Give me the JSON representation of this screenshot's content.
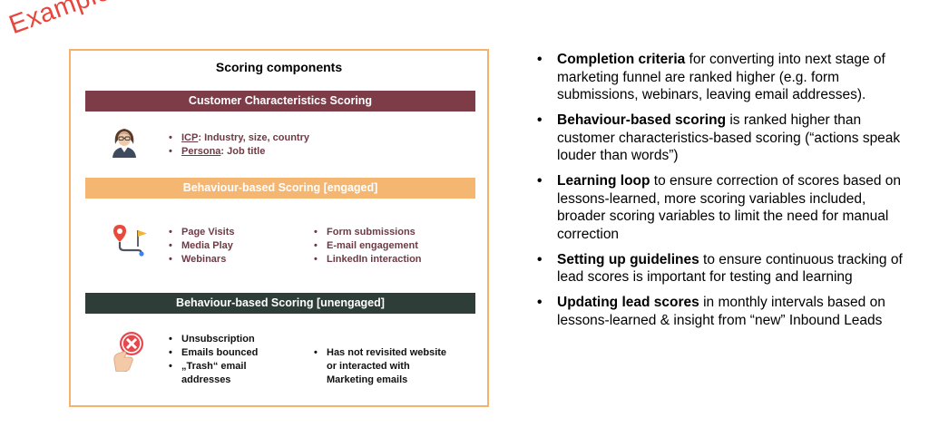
{
  "stamp": "Example",
  "panel": {
    "title": "Scoring components",
    "sections": [
      {
        "header": "Customer Characteristics Scoring",
        "icon": "businesswoman-icon",
        "items": [
          {
            "term": "ICP",
            "rest": ": Industry, size, country"
          },
          {
            "term": "Persona",
            "rest": ": Job title"
          }
        ]
      },
      {
        "header": "Behaviour-based Scoring [engaged]",
        "icon": "route-pin-flag-icon",
        "left": [
          "Page Visits",
          "Media Play",
          "Webinars"
        ],
        "right": [
          "Form submissions",
          "E-mail engagement",
          "LinkedIn interaction"
        ]
      },
      {
        "header": "Behaviour-based Scoring [unengaged]",
        "icon": "hand-cancel-icon",
        "left": [
          "Unsubscription",
          "Emails bounced",
          "„Trash“ email addresses"
        ],
        "right": [
          "Has not revisited website or interacted with Marketing emails"
        ]
      }
    ]
  },
  "bullets": [
    {
      "bold": "Completion criteria",
      "text": " for converting into next stage of marketing funnel are ranked higher (e.g. form submissions, webinars, leaving email addresses)."
    },
    {
      "bold": "Behaviour-based scoring",
      "text": " is ranked higher than customer characteristics-based scoring (“actions speak louder than words”)"
    },
    {
      "bold": "Learning loop",
      "text": " to ensure correction of scores based on lessons-learned, more scoring variables included, broader scoring variables to limit the need for manual correction"
    },
    {
      "bold": "Setting up guidelines",
      "text": " to ensure continuous tracking of lead scores is important for testing and learning"
    },
    {
      "bold": "Updating lead scores",
      "text": " in monthly intervals based on lessons-learned & insight from “new” Inbound Leads"
    }
  ],
  "colors": {
    "accent_red": "#e8463c",
    "panel_border": "#f4b26a",
    "bar_customer": "#7d3c47",
    "bar_engaged": "#f5b671",
    "bar_unengaged": "#2e3d38"
  }
}
